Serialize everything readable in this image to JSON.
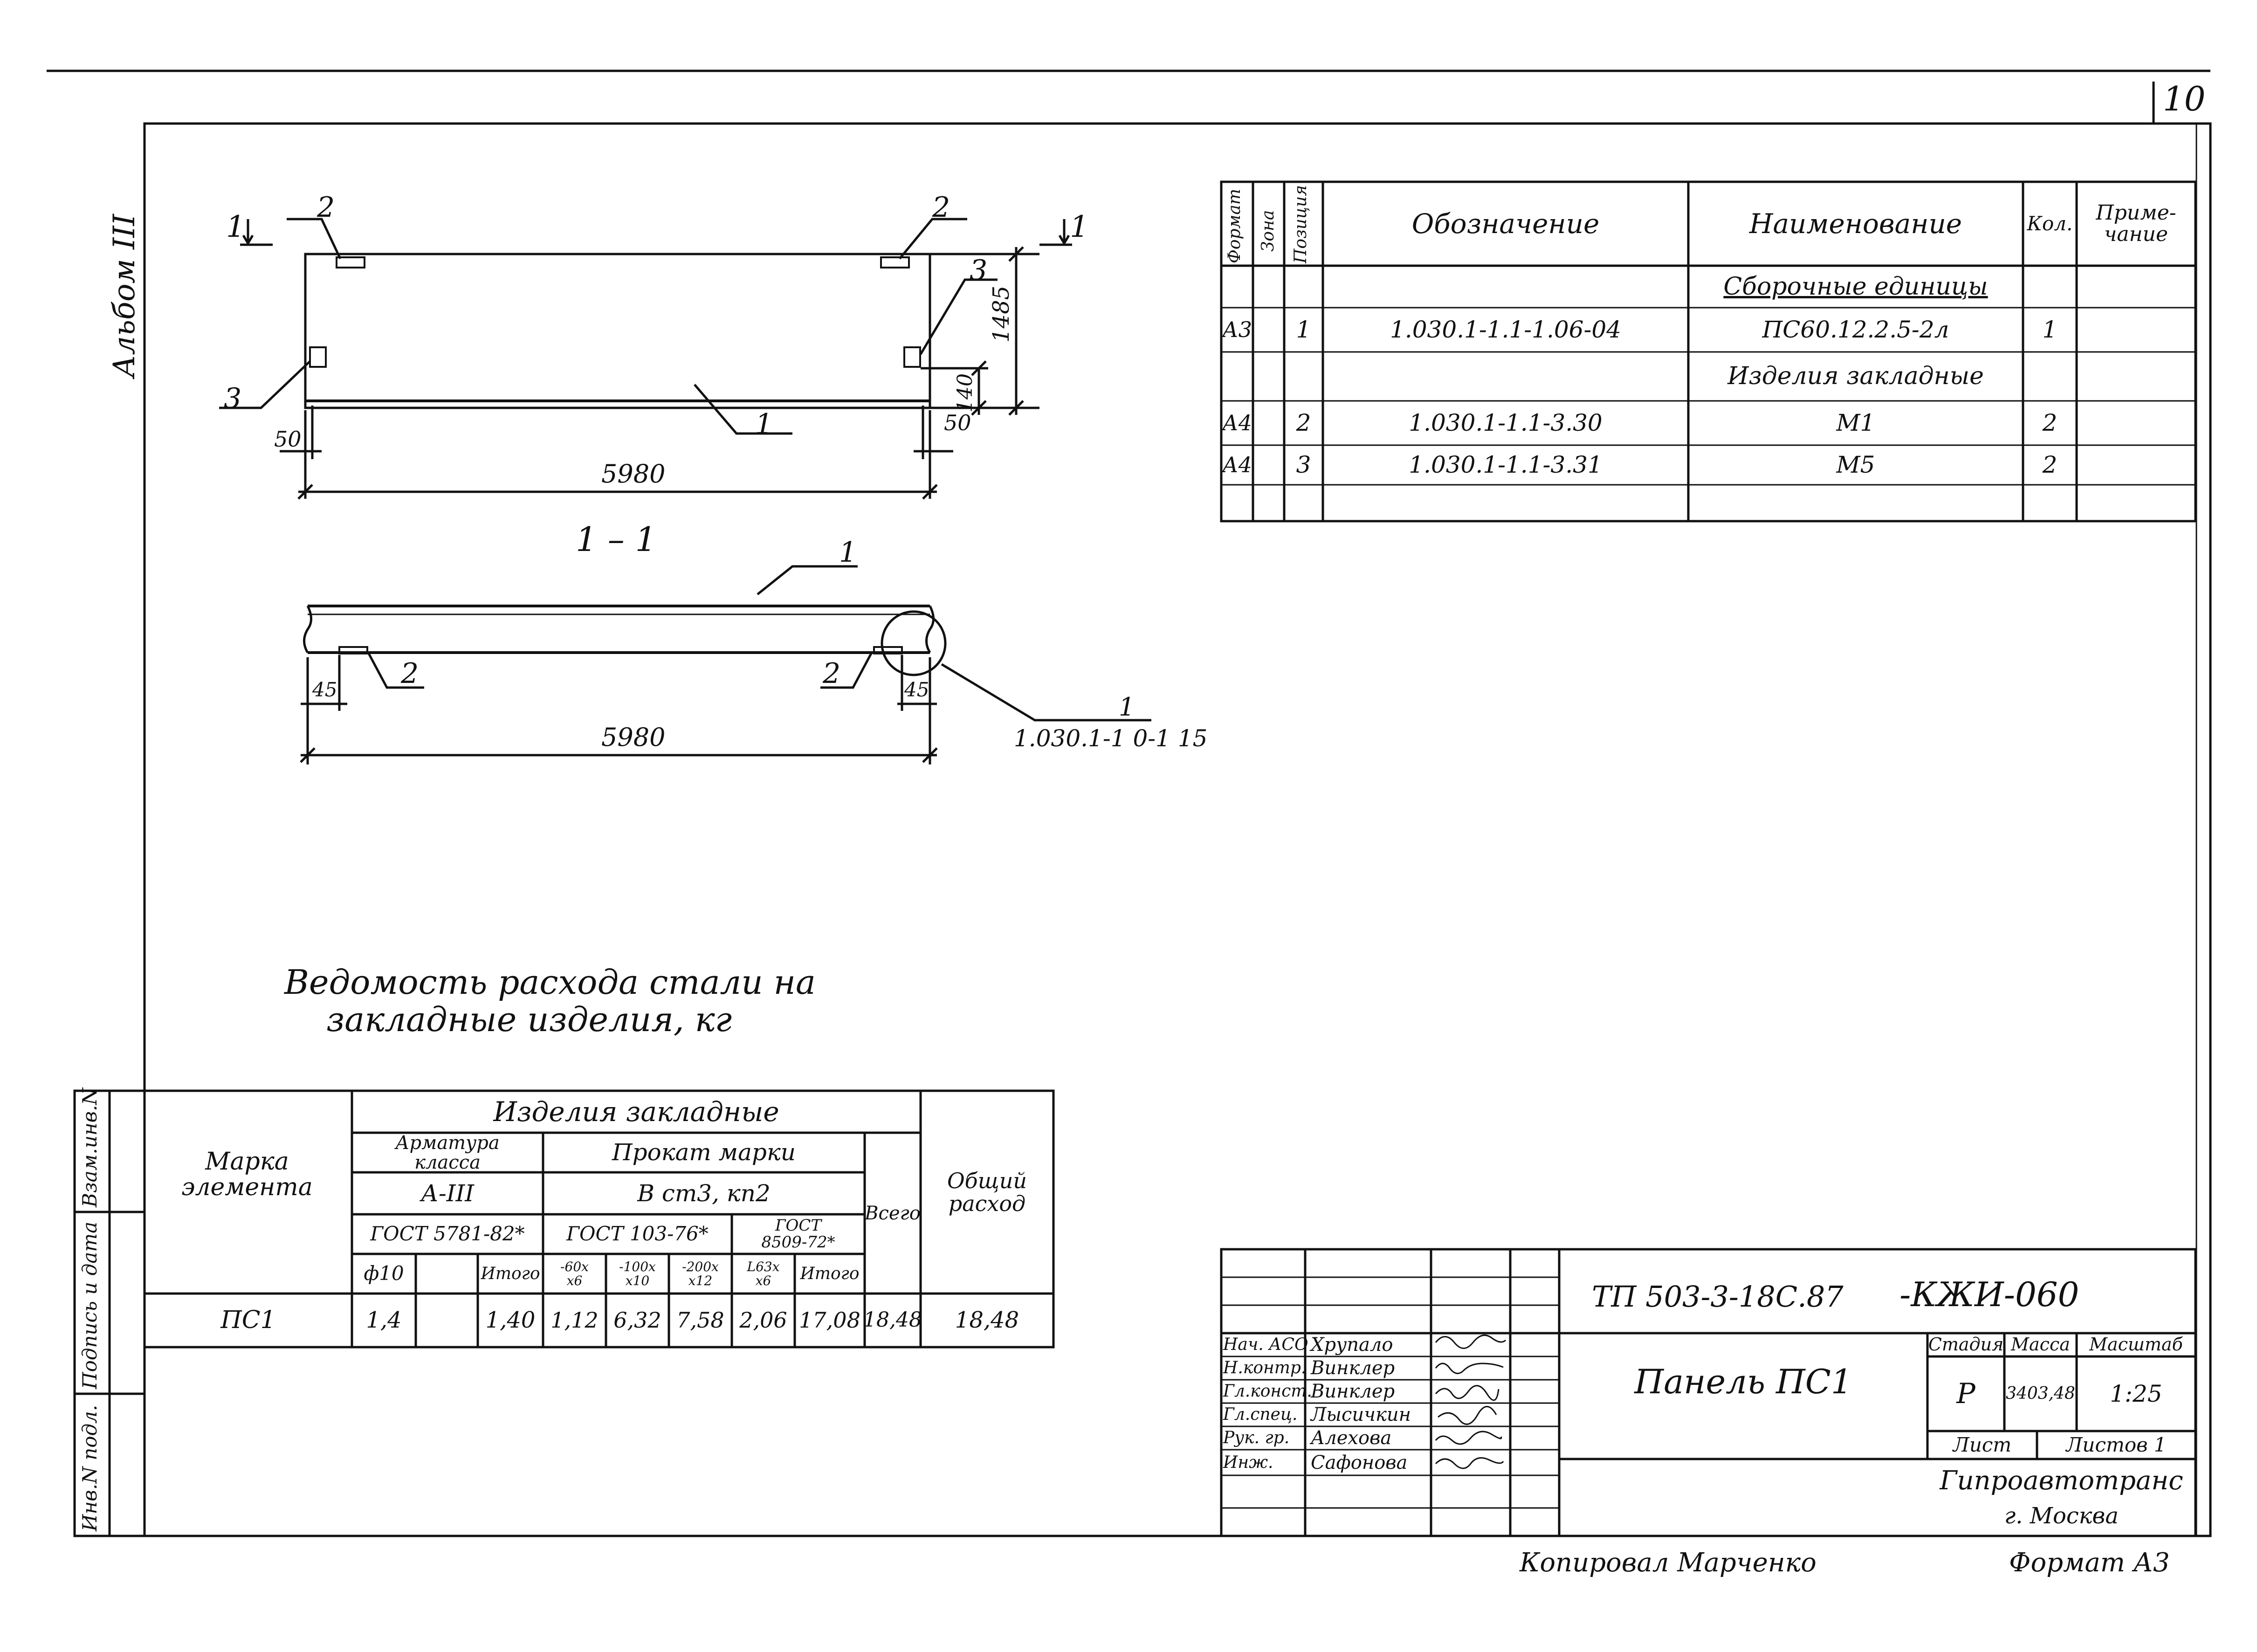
{
  "sheet": {
    "page_number": "10",
    "album": "Альбом III",
    "copied_by": "Копировал Марченко",
    "format": "Формат А3"
  },
  "plan": {
    "section_mark_left": "1",
    "section_mark_right": "1",
    "pos_2_left": "2",
    "pos_2_right": "2",
    "pos_3_left": "3",
    "pos_3_right": "3",
    "pos_1": "1",
    "dim_50_left": "50",
    "dim_50_right": "50",
    "dim_140": "140",
    "dim_1485": "1485",
    "dim_length": "5980"
  },
  "section": {
    "title": "1 – 1",
    "pos_1": "1",
    "pos_2_left": "2",
    "pos_2_right": "2",
    "dim_45_left": "45",
    "dim_45_right": "45",
    "dim_length": "5980",
    "node_ref_num": "1",
    "node_ref_doc": "1.030.1-1 0-1 15"
  },
  "spec": {
    "headers": {
      "format": "Формат",
      "zone": "Зона",
      "pos": "Позиция",
      "designation": "Обозначение",
      "name": "Наименование",
      "qty": "Кол.",
      "note": "Приме-чание"
    },
    "rows": [
      {
        "format": "",
        "pos": "",
        "designation": "",
        "name": "Сборочные единицы",
        "qty": "",
        "section": true
      },
      {
        "format": "А3",
        "pos": "1",
        "designation": "1.030.1-1.1-1.06-04",
        "name": "ПС60.12.2.5-2л",
        "qty": "1",
        "section": false
      },
      {
        "format": "",
        "pos": "",
        "designation": "",
        "name": "Изделия закладные",
        "qty": "",
        "section": true
      },
      {
        "format": "А4",
        "pos": "2",
        "designation": "1.030.1-1.1-3.30",
        "name": "М1",
        "qty": "2",
        "section": false
      },
      {
        "format": "А4",
        "pos": "3",
        "designation": "1.030.1-1.1-3.31",
        "name": "М5",
        "qty": "2",
        "section": false
      },
      {
        "format": "",
        "pos": "",
        "designation": "",
        "name": "",
        "qty": "",
        "section": false
      }
    ]
  },
  "steel": {
    "title_line1": "Ведомость расхода стали на",
    "title_line2": "закладные изделия, кг",
    "h_mark": "Марка элемента",
    "h_items": "Изделия закладные",
    "h_rebar": "Арматура класса",
    "h_rebar_class": "А-III",
    "h_rebar_gost": "ГОСТ 5781-82*",
    "h_rolled": "Прокат марки",
    "h_rolled_grade": "В ст3, кп2",
    "h_gost1": "ГОСТ 103-76*",
    "h_gost2": "ГОСТ 8509-72*",
    "h_total": "Всего",
    "h_general": "Общий расход",
    "h_d10": "ф10",
    "h_itogo1": "Итого",
    "h_60x6": "-60х х6",
    "h_100x10": "-100х х10",
    "h_200x12": "-200х х12",
    "h_l63x6": "L63х х6",
    "h_itogo2": "Итого",
    "row": {
      "mark": "ПС1",
      "d10": "1,4",
      "itogo1": "1,40",
      "v60": "1,12",
      "v100": "6,32",
      "v200": "7,58",
      "vl63": "2,06",
      "itogo2": "17,08",
      "total": "18,48",
      "general": "18,48"
    }
  },
  "side_stamp": {
    "inv": "Инв.N подл.",
    "sign": "Подпись и дата",
    "vzam": "Взам.инв.N"
  },
  "title_block": {
    "code": "ТП 503-3-18С.87",
    "code_suffix": "-КЖИ-060",
    "item_name": "Панель ПС1",
    "stage_label": "Стадия",
    "mass_label": "Масса",
    "scale_label": "Масштаб",
    "stage": "Р",
    "mass": "3403,48",
    "scale": "1:25",
    "sheet_label": "Лист",
    "sheets_label": "Листов 1",
    "org": "Гипроавтотранс",
    "city": "г. Москва",
    "roles": [
      {
        "role": "Нач. АСО",
        "name": "Хрупало"
      },
      {
        "role": "Н.контр.",
        "name": "Винклер"
      },
      {
        "role": "Гл.конст.",
        "name": "Винклер"
      },
      {
        "role": "Гл.спец.",
        "name": "Лысичкин"
      },
      {
        "role": "Рук. гр.",
        "name": "Алехова"
      },
      {
        "role": "Инж.",
        "name": "Сафонова"
      }
    ]
  }
}
